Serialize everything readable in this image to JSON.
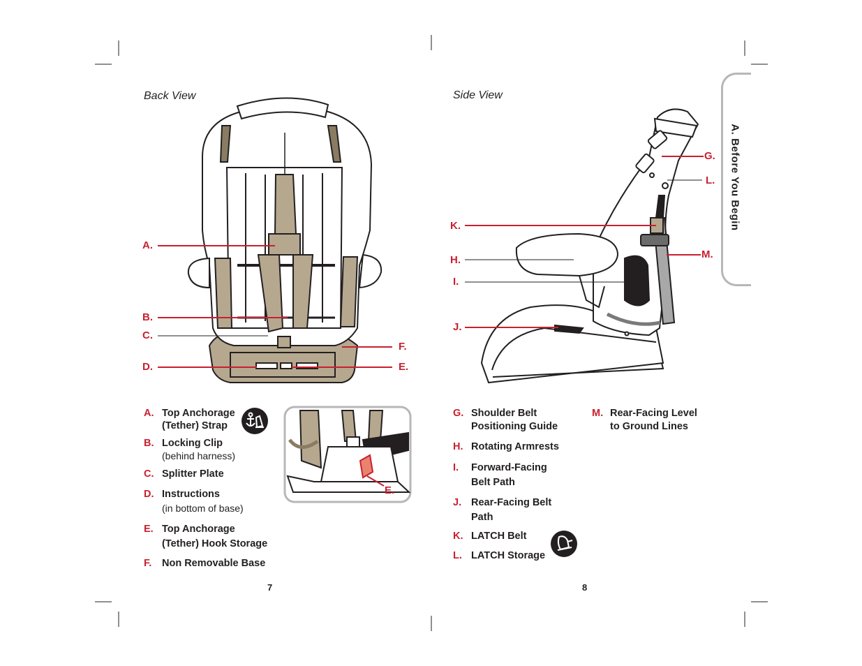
{
  "left_page": {
    "view_title": "Back View",
    "callouts": {
      "a": "A.",
      "b": "B.",
      "c": "C.",
      "d": "D.",
      "e": "E.",
      "f": "F.",
      "inset_e": "E."
    },
    "items": [
      {
        "letter": "A.",
        "label": "Top Anchorage",
        "label2": "(Tether) Strap"
      },
      {
        "letter": "B.",
        "label": "Locking Clip",
        "note": "(behind harness)"
      },
      {
        "letter": "C.",
        "label": "Splitter Plate"
      },
      {
        "letter": "D.",
        "label": "Instructions",
        "note": "(in bottom of base)"
      },
      {
        "letter": "E.",
        "label": "Top Anchorage",
        "label2": "(Tether) Hook Storage"
      },
      {
        "letter": "F.",
        "label": "Non Removable Base"
      }
    ],
    "page_number": "7",
    "icon": "anchor-tether-icon"
  },
  "right_page": {
    "view_title": "Side View",
    "callouts": {
      "g": "G.",
      "l": "L.",
      "k": "K.",
      "m": "M.",
      "h": "H.",
      "i": "I.",
      "j": "J."
    },
    "items": [
      {
        "letter": "G.",
        "label": "Shoulder Belt",
        "label2": "Positioning Guide"
      },
      {
        "letter": "H.",
        "label": "Rotating Armrests"
      },
      {
        "letter": "I.",
        "label": "Forward-Facing",
        "label2": "Belt Path"
      },
      {
        "letter": "J.",
        "label": "Rear-Facing Belt",
        "label2": "Path"
      },
      {
        "letter": "K.",
        "label": "LATCH Belt"
      },
      {
        "letter": "L.",
        "label": "LATCH Storage"
      },
      {
        "letter": "M.",
        "label": "Rear-Facing Level",
        "label2": "to Ground Lines"
      }
    ],
    "page_number": "8",
    "icon": "latch-seat-icon"
  },
  "side_tab": {
    "label": "A. Before You Begin"
  },
  "colors": {
    "accent": "#c8202f",
    "seat_tan": "#b5a88f",
    "tab_border": "#b7b7b7",
    "text": "#231f20"
  }
}
